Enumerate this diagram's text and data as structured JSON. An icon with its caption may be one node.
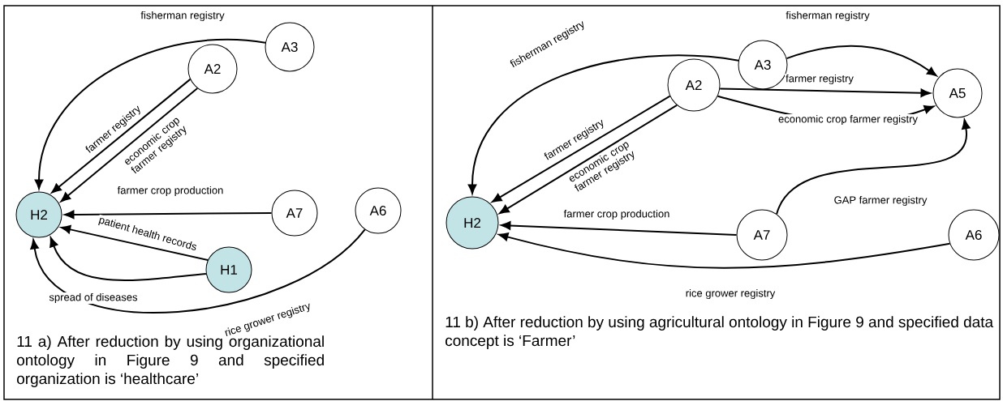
{
  "diagram": {
    "nodes": [
      {
        "text": [
          "A3"
        ]
      },
      {
        "text": [
          "A2"
        ]
      },
      {
        "text": [
          "H2"
        ]
      },
      {
        "text": [
          "A7"
        ]
      },
      {
        "text": [
          "A6"
        ]
      },
      {
        "text": [
          "H1"
        ]
      },
      {
        "text": [
          "A3"
        ]
      },
      {
        "text": [
          "A2"
        ]
      },
      {
        "text": [
          "A5"
        ]
      },
      {
        "text": [
          "H2"
        ]
      },
      {
        "text": [
          "A7"
        ]
      },
      {
        "text": [
          "A6"
        ]
      }
    ],
    "edges": [
      {
        "from": 0,
        "to": 2,
        "arrow": "to",
        "label": "fisherman registry"
      },
      {
        "from": 1,
        "to": 2,
        "arrow": "to",
        "label": "farmer registry"
      },
      {
        "from": 1,
        "to": 2,
        "arrow": "to",
        "label": "economic crop farmer registry"
      },
      {
        "from": 3,
        "to": 2,
        "arrow": "to",
        "label": "farmer crop production"
      },
      {
        "from": 5,
        "to": 2,
        "arrow": "to",
        "label": "patient health records"
      },
      {
        "from": 5,
        "to": 2,
        "arrow": "to",
        "label": "spread of diseases"
      },
      {
        "from": 4,
        "to": 2,
        "arrow": "to",
        "label": "rice grower registry"
      },
      {
        "from": 6,
        "to": 9,
        "arrow": "to",
        "label": "fisherman registry"
      },
      {
        "from": 6,
        "to": 8,
        "arrow": "to",
        "label": "fisherman registry"
      },
      {
        "from": 7,
        "to": 8,
        "arrow": "to",
        "label": "farmer registry"
      },
      {
        "from": 7,
        "to": 8,
        "arrow": "to",
        "label": "economic crop farmer registry"
      },
      {
        "from": 7,
        "to": 9,
        "arrow": "to",
        "label": "farmer registry"
      },
      {
        "from": 7,
        "to": 9,
        "arrow": "to",
        "label": "economic crop farmer registry"
      },
      {
        "from": 10,
        "to": 9,
        "arrow": "to",
        "label": "farmer crop production"
      },
      {
        "from": 10,
        "to": 8,
        "arrow": "to",
        "label": "GAP farmer registry"
      },
      {
        "from": 11,
        "to": 9,
        "arrow": "to",
        "label": "rice grower registry"
      }
    ],
    "labels": [
      "11 a) After reduction by using organizational ontology in Figure 9 and specified organization is ‘healthcare’",
      "11 b) After reduction by using agricultural ontology in Figure 9 and specified data concept is ‘Farmer’"
    ]
  }
}
